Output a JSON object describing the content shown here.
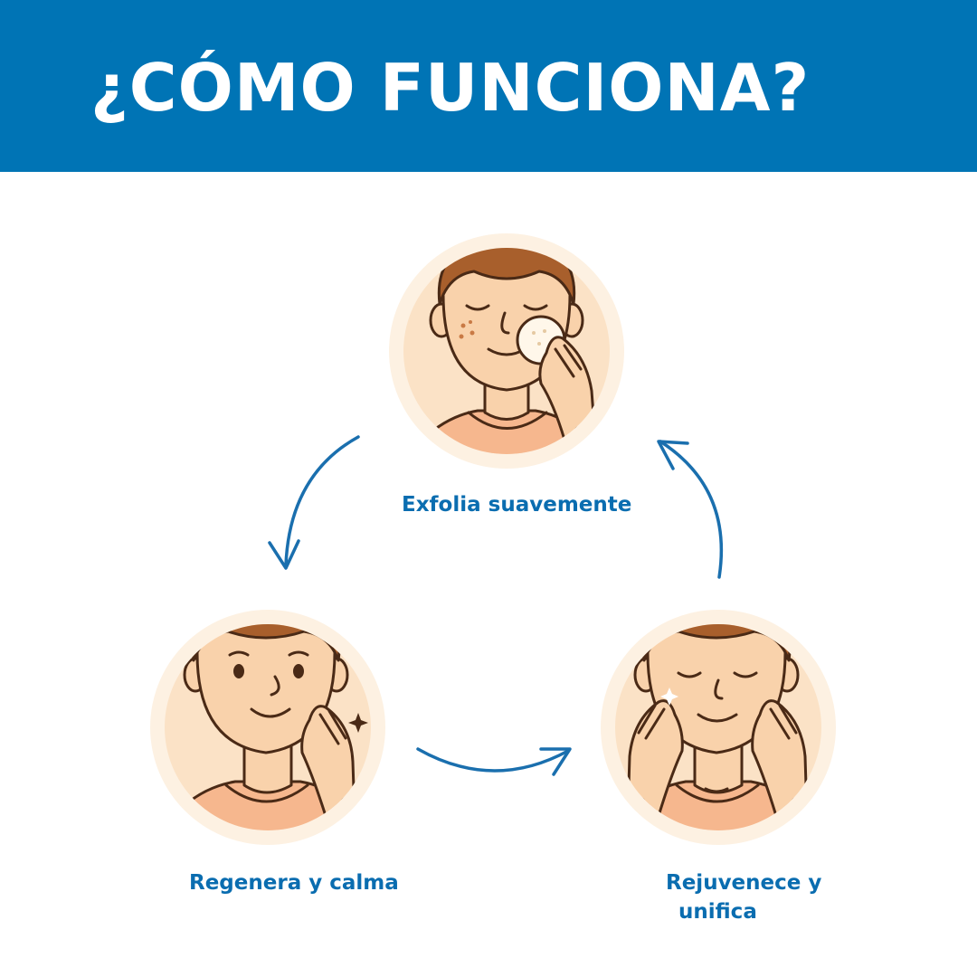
{
  "header": {
    "title": "¿CÓMO FUNCIONA?"
  },
  "steps": [
    {
      "caption": "Exfolia suavemente",
      "icon": "face-exfoliating-pad-icon"
    },
    {
      "caption": "Regenera y calma",
      "icon": "face-smiling-sparkle-icon"
    },
    {
      "caption_line1": "Rejuvenece y",
      "caption_line2": "unifica",
      "icon": "face-hands-glow-icon"
    }
  ],
  "colors": {
    "brand_blue": "#0074b5",
    "banner_text": "#ffffff",
    "caption_text": "#0a6db0",
    "arrow": "#1a6fae",
    "skin": "#f9d2ab",
    "circle_bg": "#fde9d3",
    "hair": "#a85f2c",
    "outline": "#4a2a16"
  }
}
